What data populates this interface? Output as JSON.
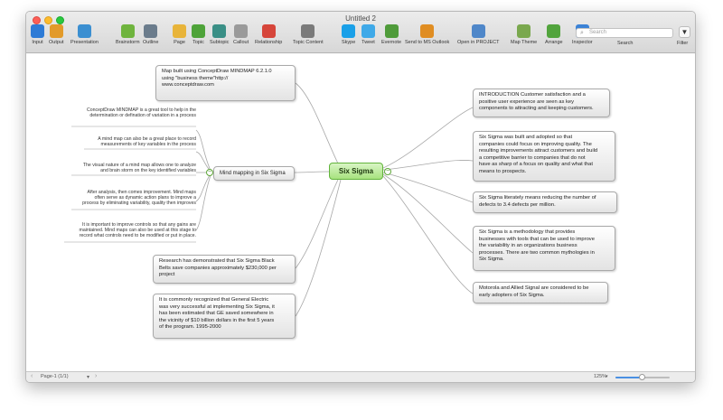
{
  "window": {
    "title": "Untitled 2"
  },
  "toolbar": {
    "items": [
      {
        "label": "Input",
        "icon": "input-icon",
        "color": "#2e7bd6"
      },
      {
        "label": "Output",
        "icon": "output-icon",
        "color": "#e29a2a"
      },
      {
        "label": "Presentation",
        "icon": "presentation-icon",
        "color": "#3b8fd1"
      },
      {
        "label": "Brainstorm",
        "icon": "brainstorm-icon",
        "color": "#6fb43e"
      },
      {
        "label": "Outline",
        "icon": "outline-icon",
        "color": "#6b7c8c"
      },
      {
        "label": "Page",
        "icon": "page-icon",
        "color": "#e8b43a"
      },
      {
        "label": "Topic",
        "icon": "topic-icon",
        "color": "#4ea339"
      },
      {
        "label": "Subtopic",
        "icon": "subtopic-icon",
        "color": "#3a8f86"
      },
      {
        "label": "Callout",
        "icon": "callout-icon",
        "color": "#9a9a9a"
      },
      {
        "label": "Relationship",
        "icon": "relationship-icon",
        "color": "#d6453a"
      },
      {
        "label": "Topic Content",
        "icon": "topic-content-icon",
        "color": "#7a7a7a"
      },
      {
        "label": "Skype",
        "icon": "skype-icon",
        "color": "#1aa0e8"
      },
      {
        "label": "Tweet",
        "icon": "tweet-icon",
        "color": "#3fa9e8"
      },
      {
        "label": "Evernote",
        "icon": "evernote-icon",
        "color": "#4f9b3a"
      },
      {
        "label": "Send to MS Outlook",
        "icon": "outlook-icon",
        "color": "#e08d22"
      },
      {
        "label": "Open in PROJECT",
        "icon": "project-icon",
        "color": "#4f87c9"
      },
      {
        "label": "Map Theme",
        "icon": "map-theme-icon",
        "color": "#7aa84e"
      },
      {
        "label": "Arrange",
        "icon": "arrange-icon",
        "color": "#52a43d"
      },
      {
        "label": "Inspector",
        "icon": "inspector-icon",
        "color": "#3b82d6"
      }
    ],
    "search_placeholder": "Search",
    "search_label": "Search",
    "filter_label": "Filter"
  },
  "map": {
    "central": "Six Sigma",
    "left_topic": "Mind mapping in Six Sigma",
    "left_top_note": [
      "Map built using ConceptDraw MINDMAP 6.2.1.0",
      "using \"business theme\"http://",
      "www.conceptdraw.com"
    ],
    "left_subtopics": [
      [
        "ConceptDraw MINDMAP is a great tool to help in the",
        "determination or defination of variation in a process"
      ],
      [
        "A mind map can also be a great place to record",
        "measurements of key variables in the process"
      ],
      [
        "The visual nature of a mind map allows one to analyze",
        "and brain storm on the key identified variables"
      ],
      [
        "After analysis, then comes improvement. Mind maps",
        "often serve as dynamic action plans to improve a",
        "process by eliminating variability, quality then improves"
      ],
      [
        "It is important to improve controls so that any gains are",
        "maintained. Mind maps can also be used at this stage to",
        "record what controls need to be modified or put in place."
      ]
    ],
    "left_bottom_topics": [
      [
        "Research has demonstrated that Six Sigma Black",
        "Belts save companies approximately $230,000 per",
        "project"
      ],
      [
        "It is commonly recognized that General Electric",
        "was very successful at implementing Six Sigma, it",
        "has been estimated that GE saved somewhere in",
        "the vicinity of $10 billion dollars in the first 5 years",
        "of the program. 1995-2000"
      ]
    ],
    "right_topics": [
      [
        "INTRODUCTION Customer satisfaction and a",
        "positive user experience are seen as key",
        "components to attracting and keeping customers."
      ],
      [
        "Six Sigma was built and adopted so that",
        "companies could focus on improving quality. The",
        "resulting improvements attract customers and build",
        "a competitive barrier to companies that do not",
        "have as sharp of a focus on quality and what that",
        "means to prospects."
      ],
      [
        "Six Sigma literately means reducing the number of",
        "defects to 3.4 defects per million."
      ],
      [
        "Six Sigma is a methodology that provides",
        "businesses with tools that can be used to improve",
        "the variability in an organizations business",
        "processes. There are two common mythologies in",
        "Six Sigma."
      ],
      [
        "Motorola and Allied Signal are considered to be",
        "early adopters of Six Sigma."
      ]
    ]
  },
  "status": {
    "page": "Page-1 (1/1)",
    "zoom": "125%"
  },
  "colors": {
    "central_fill": "#a7e27f",
    "central_border": "#62b43c",
    "link": "#a8a8a8"
  }
}
